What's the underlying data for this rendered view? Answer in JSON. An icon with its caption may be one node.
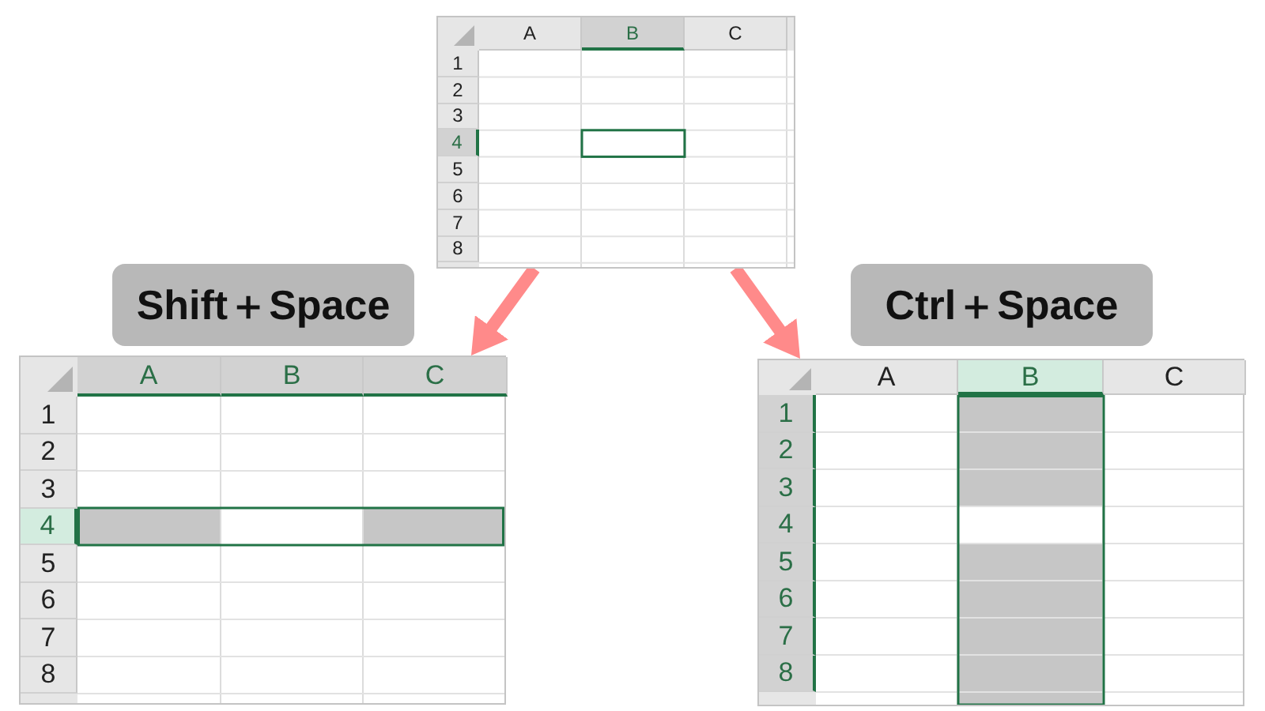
{
  "diagram": {
    "nodes": [
      {
        "text": [
          "A",
          "B",
          "C",
          "1",
          "2",
          "3",
          "4",
          "5",
          "6",
          "7",
          "8"
        ]
      },
      {
        "text": [
          "Shift＋Space"
        ]
      },
      {
        "text": [
          "Ctrl＋Space"
        ]
      },
      {
        "text": [
          "A",
          "B",
          "C",
          "1",
          "2",
          "3",
          "4",
          "5",
          "6",
          "7",
          "8"
        ]
      },
      {
        "text": [
          "A",
          "B",
          "C",
          "1",
          "2",
          "3",
          "4",
          "5",
          "6",
          "7",
          "8"
        ]
      }
    ],
    "edges": [
      {
        "from": 0,
        "to": 3,
        "arrow": "to"
      },
      {
        "from": 0,
        "to": 4,
        "arrow": "to"
      }
    ]
  }
}
